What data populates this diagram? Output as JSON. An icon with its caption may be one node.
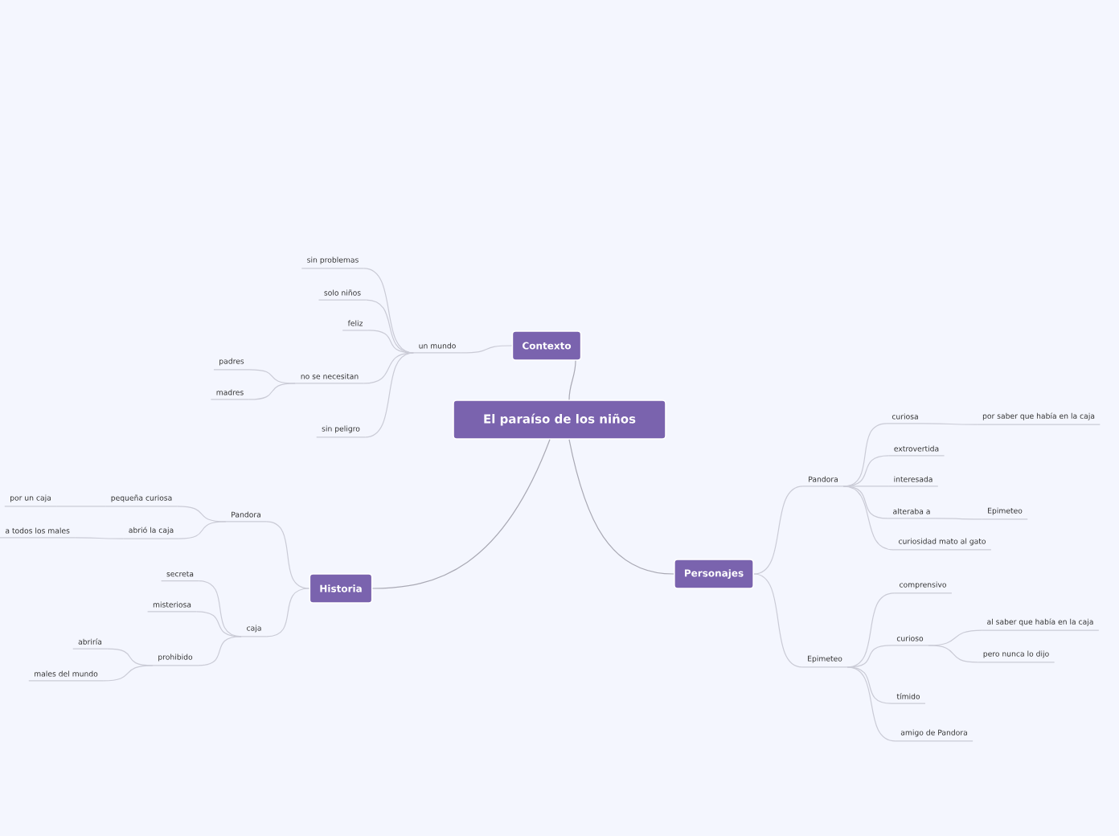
{
  "diagram": {
    "nodes": [
      {
        "text": [
          "El paraíso de los niños"
        ]
      },
      {
        "text": [
          "Contexto"
        ]
      },
      {
        "text": [
          "un mundo"
        ]
      },
      {
        "text": [
          "sin problemas"
        ]
      },
      {
        "text": [
          "solo niños"
        ]
      },
      {
        "text": [
          "feliz"
        ]
      },
      {
        "text": [
          "no se necesitan"
        ]
      },
      {
        "text": [
          "padres"
        ]
      },
      {
        "text": [
          "madres"
        ]
      },
      {
        "text": [
          "sin peligro"
        ]
      },
      {
        "text": [
          "Historia"
        ]
      },
      {
        "text": [
          "Pandora"
        ]
      },
      {
        "text": [
          "pequeña curiosa"
        ]
      },
      {
        "text": [
          "por un caja"
        ]
      },
      {
        "text": [
          "abrió la caja"
        ]
      },
      {
        "text": [
          "a todos los males"
        ]
      },
      {
        "text": [
          "caja"
        ]
      },
      {
        "text": [
          "secreta"
        ]
      },
      {
        "text": [
          "misteriosa"
        ]
      },
      {
        "text": [
          "prohibido"
        ]
      },
      {
        "text": [
          "abriría"
        ]
      },
      {
        "text": [
          "males del mundo"
        ]
      },
      {
        "text": [
          "Personajes"
        ]
      },
      {
        "text": [
          "Pandora"
        ]
      },
      {
        "text": [
          "curiosa"
        ]
      },
      {
        "text": [
          "por saber que había en la caja"
        ]
      },
      {
        "text": [
          "extrovertida"
        ]
      },
      {
        "text": [
          "interesada"
        ]
      },
      {
        "text": [
          "alteraba a"
        ]
      },
      {
        "text": [
          "Epimeteo"
        ]
      },
      {
        "text": [
          "curiosidad mato al gato"
        ]
      },
      {
        "text": [
          "Epimeteo"
        ]
      },
      {
        "text": [
          "comprensivo"
        ]
      },
      {
        "text": [
          "curioso"
        ]
      },
      {
        "text": [
          "al saber que había en la caja"
        ]
      },
      {
        "text": [
          "pero nunca lo dijo"
        ]
      },
      {
        "text": [
          "tímido"
        ]
      },
      {
        "text": [
          "amigo de Pandora"
        ]
      }
    ],
    "edges": [
      {
        "from": 0,
        "to": 1,
        "arrow": "none"
      },
      {
        "from": 0,
        "to": 10,
        "arrow": "none"
      },
      {
        "from": 0,
        "to": 22,
        "arrow": "none"
      },
      {
        "from": 1,
        "to": 2,
        "arrow": "none"
      },
      {
        "from": 2,
        "to": 3,
        "arrow": "none"
      },
      {
        "from": 2,
        "to": 4,
        "arrow": "none"
      },
      {
        "from": 2,
        "to": 5,
        "arrow": "none"
      },
      {
        "from": 2,
        "to": 6,
        "arrow": "none"
      },
      {
        "from": 2,
        "to": 9,
        "arrow": "none"
      },
      {
        "from": 6,
        "to": 7,
        "arrow": "none"
      },
      {
        "from": 6,
        "to": 8,
        "arrow": "none"
      },
      {
        "from": 10,
        "to": 11,
        "arrow": "none"
      },
      {
        "from": 10,
        "to": 16,
        "arrow": "none"
      },
      {
        "from": 11,
        "to": 12,
        "arrow": "none"
      },
      {
        "from": 11,
        "to": 14,
        "arrow": "none"
      },
      {
        "from": 12,
        "to": 13,
        "arrow": "none"
      },
      {
        "from": 14,
        "to": 15,
        "arrow": "none"
      },
      {
        "from": 16,
        "to": 17,
        "arrow": "none"
      },
      {
        "from": 16,
        "to": 18,
        "arrow": "none"
      },
      {
        "from": 16,
        "to": 19,
        "arrow": "none"
      },
      {
        "from": 19,
        "to": 20,
        "arrow": "none"
      },
      {
        "from": 19,
        "to": 21,
        "arrow": "none"
      },
      {
        "from": 22,
        "to": 23,
        "arrow": "none"
      },
      {
        "from": 22,
        "to": 31,
        "arrow": "none"
      },
      {
        "from": 23,
        "to": 24,
        "arrow": "none"
      },
      {
        "from": 23,
        "to": 26,
        "arrow": "none"
      },
      {
        "from": 23,
        "to": 27,
        "arrow": "none"
      },
      {
        "from": 23,
        "to": 28,
        "arrow": "none"
      },
      {
        "from": 23,
        "to": 30,
        "arrow": "none"
      },
      {
        "from": 24,
        "to": 25,
        "arrow": "none"
      },
      {
        "from": 28,
        "to": 29,
        "arrow": "none"
      },
      {
        "from": 31,
        "to": 32,
        "arrow": "none"
      },
      {
        "from": 31,
        "to": 33,
        "arrow": "none"
      },
      {
        "from": 31,
        "to": 36,
        "arrow": "none"
      },
      {
        "from": 31,
        "to": 37,
        "arrow": "none"
      },
      {
        "from": 33,
        "to": 34,
        "arrow": "none"
      },
      {
        "from": 33,
        "to": 35,
        "arrow": "none"
      }
    ]
  }
}
